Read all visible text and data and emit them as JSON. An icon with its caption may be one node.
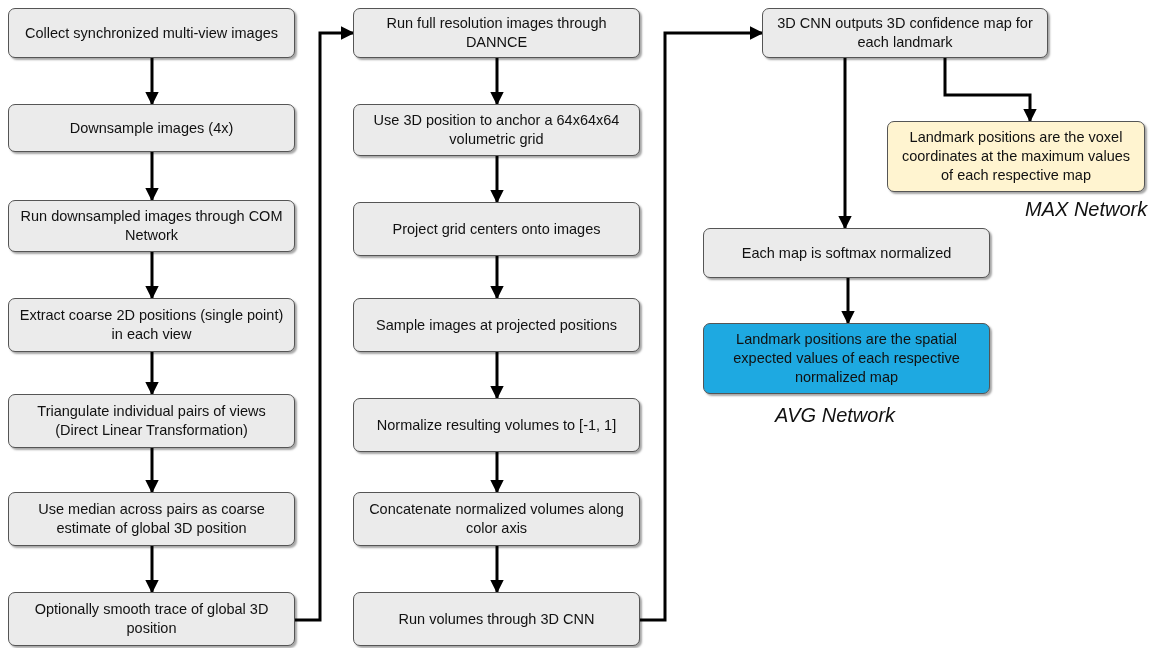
{
  "diagram": {
    "nodes": [
      {
        "text": [
          "Collect synchronized multi-view images"
        ]
      },
      {
        "text": [
          "Downsample images (4x)"
        ]
      },
      {
        "text": [
          "Run downsampled images through COM Network"
        ]
      },
      {
        "text": [
          "Extract coarse 2D positions (single point) in each view"
        ]
      },
      {
        "text": [
          "Triangulate individual pairs of views (Direct Linear Transformation)"
        ]
      },
      {
        "text": [
          "Use median across pairs as coarse estimate of global 3D position"
        ]
      },
      {
        "text": [
          "Optionally smooth trace of global 3D position"
        ]
      },
      {
        "text": [
          "Run full resolution images through DANNCE"
        ]
      },
      {
        "text": [
          "Use 3D position to anchor a 64x64x64 volumetric grid"
        ]
      },
      {
        "text": [
          "Project grid centers onto images"
        ]
      },
      {
        "text": [
          "Sample images at projected positions"
        ]
      },
      {
        "text": [
          "Normalize resulting volumes to [-1, 1]"
        ]
      },
      {
        "text": [
          "Concatenate normalized volumes along color axis"
        ]
      },
      {
        "text": [
          "Run volumes through 3D CNN"
        ]
      },
      {
        "text": [
          "3D CNN outputs 3D confidence map for each landmark"
        ]
      },
      {
        "text": [
          "Landmark positions are the voxel coordinates at the maximum values of each respective map"
        ],
        "beside": [
          "MAX Network"
        ]
      },
      {
        "text": [
          "Each map is softmax normalized"
        ]
      },
      {
        "text": [
          "Landmark positions are the spatial expected values of each respective normalized map"
        ],
        "beside": [
          "AVG Network"
        ]
      }
    ],
    "edges": [
      {
        "from": 0,
        "to": 1,
        "arrow": "to"
      },
      {
        "from": 1,
        "to": 2,
        "arrow": "to"
      },
      {
        "from": 2,
        "to": 3,
        "arrow": "to"
      },
      {
        "from": 3,
        "to": 4,
        "arrow": "to"
      },
      {
        "from": 4,
        "to": 5,
        "arrow": "to"
      },
      {
        "from": 5,
        "to": 6,
        "arrow": "to"
      },
      {
        "from": 6,
        "to": 7,
        "arrow": "to"
      },
      {
        "from": 7,
        "to": 8,
        "arrow": "to"
      },
      {
        "from": 8,
        "to": 9,
        "arrow": "to"
      },
      {
        "from": 9,
        "to": 10,
        "arrow": "to"
      },
      {
        "from": 10,
        "to": 11,
        "arrow": "to"
      },
      {
        "from": 11,
        "to": 12,
        "arrow": "to"
      },
      {
        "from": 12,
        "to": 13,
        "arrow": "to"
      },
      {
        "from": 13,
        "to": 14,
        "arrow": "to"
      },
      {
        "from": 14,
        "to": 15,
        "arrow": "to"
      },
      {
        "from": 14,
        "to": 16,
        "arrow": "to"
      },
      {
        "from": 16,
        "to": 17,
        "arrow": "to"
      }
    ]
  }
}
